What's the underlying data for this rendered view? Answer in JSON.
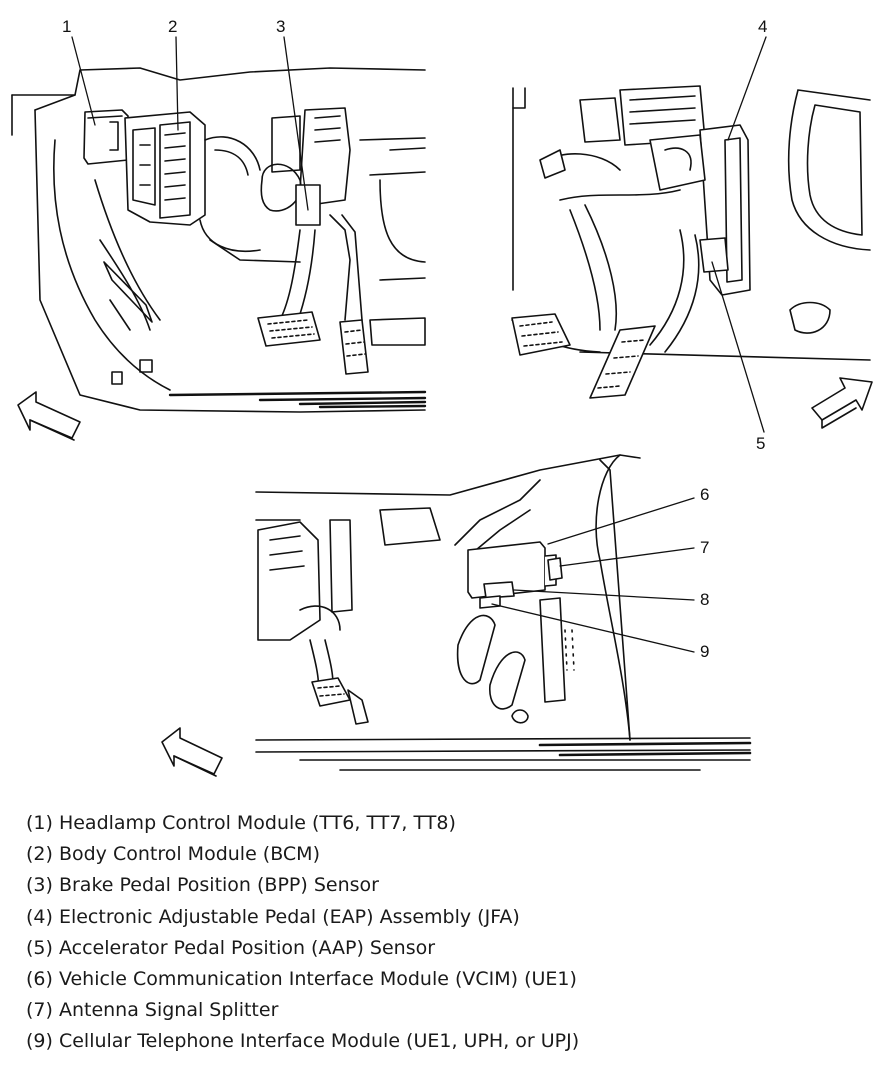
{
  "diagram": {
    "callouts": {
      "c1": "1",
      "c2": "2",
      "c3": "3",
      "c4": "4",
      "c5": "5",
      "c6": "6",
      "c7": "7",
      "c8": "8",
      "c9": "9"
    }
  },
  "legend": [
    "(1) Headlamp Control Module (TT6, TT7, TT8)",
    "(2) Body Control Module (BCM)",
    "(3) Brake Pedal Position (BPP) Sensor",
    "(4) Electronic Adjustable Pedal (EAP) Assembly (JFA)",
    "(5) Accelerator Pedal Position (AAP) Sensor",
    "(6) Vehicle Communication Interface Module (VCIM) (UE1)",
    "(7) Antenna Signal Splitter",
    "(9) Cellular Telephone Interface Module (UE1, UPH, or UPJ)"
  ]
}
